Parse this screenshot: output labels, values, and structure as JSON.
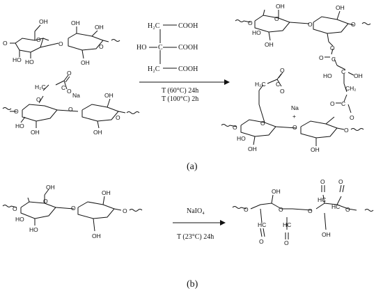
{
  "panels": [
    {
      "label": "(a)",
      "reagent": {
        "groups": [
          "COOH",
          "COOH",
          "COOH"
        ],
        "h2_top": "H₂C",
        "h2_bottom": "H₂C",
        "ho": "HO",
        "c": "C"
      },
      "conditions": [
        "T (60°C) 24h",
        "T (100°C) 2h"
      ],
      "atoms": {
        "oh": "OH",
        "ho": "HO",
        "o": "O",
        "na": "Na",
        "plus": "+",
        "h2c": "H₂C",
        "ch2": "CH₂",
        "c": "C"
      }
    },
    {
      "label": "(b)",
      "reagent": "NaIO₄",
      "conditions": [
        "T (23°C) 24h"
      ],
      "atoms": {
        "oh": "OH",
        "ho": "HO",
        "o": "O",
        "hc": "HC"
      }
    }
  ]
}
